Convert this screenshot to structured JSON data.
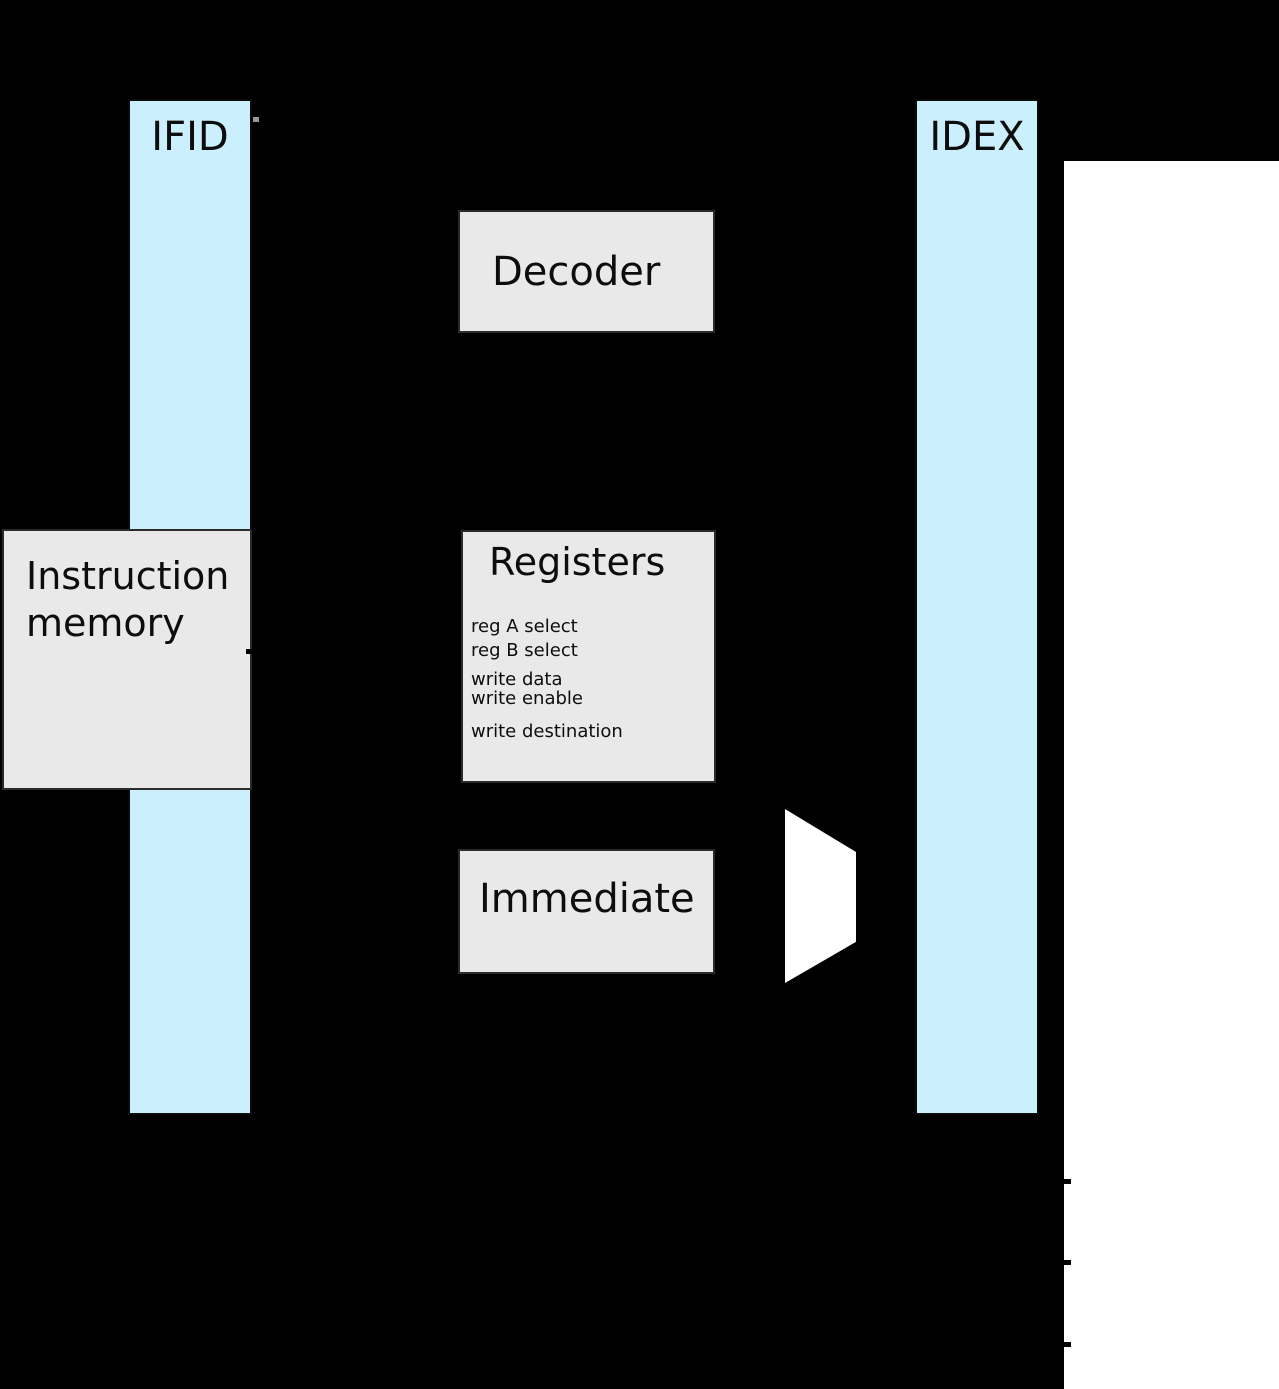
{
  "diagram": {
    "kind": "cpu-pipeline-decode-stage",
    "pipeline_registers": {
      "ifid": {
        "label": "IFID"
      },
      "idex": {
        "label": "IDEX"
      }
    },
    "blocks": {
      "instruction_memory": {
        "label": "Instruction memory"
      },
      "decoder": {
        "label": "Decoder"
      },
      "registers": {
        "title": "Registers",
        "ports": [
          "reg A select",
          "reg B select",
          "write data",
          "write enable",
          "write destination"
        ]
      },
      "immediate": {
        "label": "Immediate"
      }
    },
    "shapes": {
      "mux": "multiplexer"
    },
    "colors": {
      "background": "#000000",
      "pipeline_register_fill": "#cbeffc",
      "block_fill": "#e9e9e9",
      "block_border": "#2b2b2b",
      "page_fill": "#ffffff",
      "text": "#0d0d0d"
    }
  }
}
